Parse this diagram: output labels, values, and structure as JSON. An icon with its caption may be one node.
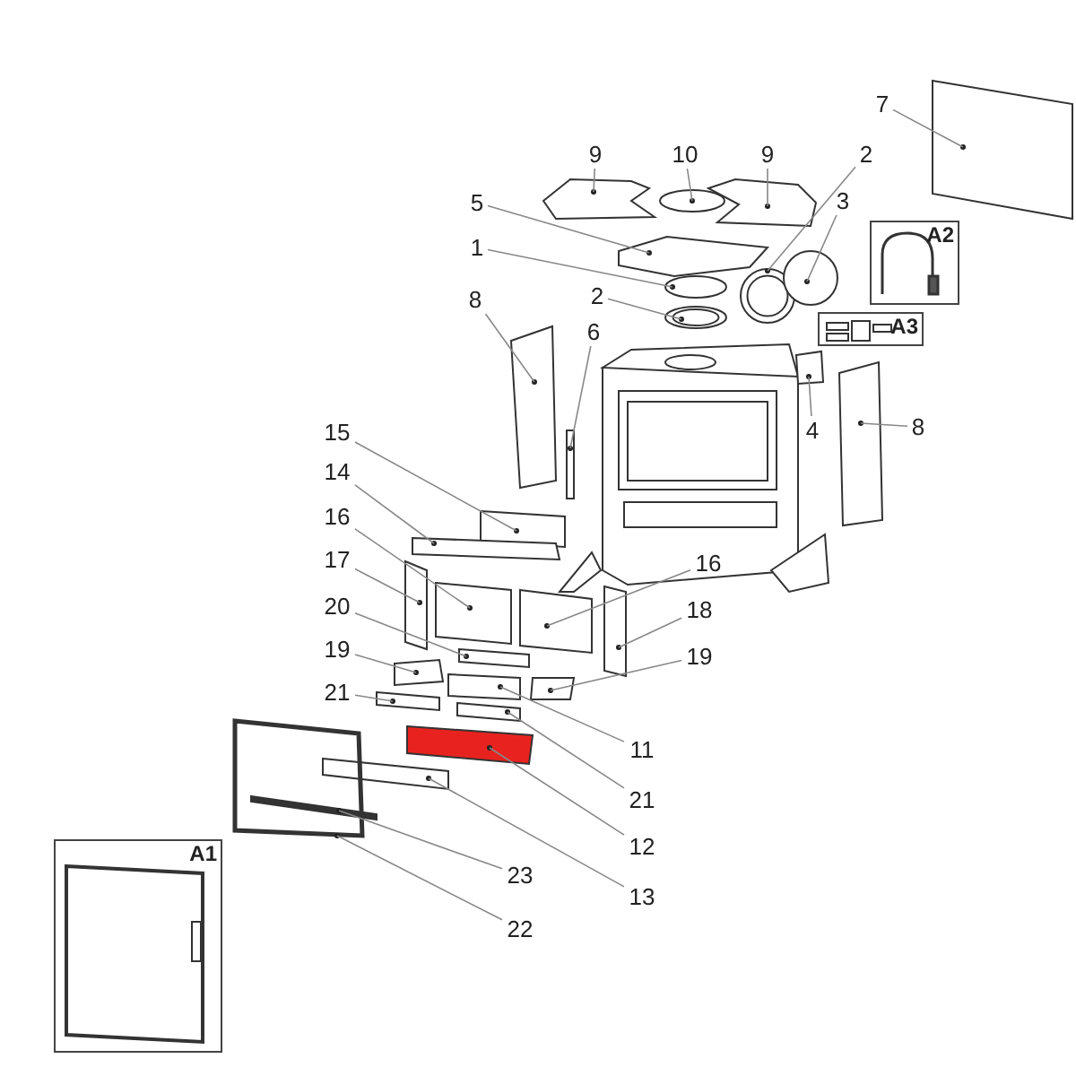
{
  "diagram": {
    "nodes": [
      {
        "text": [
          "9"
        ]
      },
      {
        "text": [
          "10"
        ]
      },
      {
        "text": [
          "9"
        ]
      },
      {
        "text": [
          "2"
        ]
      },
      {
        "text": [
          "7"
        ]
      },
      {
        "text": [
          "5"
        ]
      },
      {
        "text": [
          "1"
        ]
      },
      {
        "text": [
          "3"
        ]
      },
      {
        "text": [
          "2"
        ]
      },
      {
        "text": [
          "8"
        ]
      },
      {
        "text": [
          "6"
        ]
      },
      {
        "text": [
          "4"
        ]
      },
      {
        "text": [
          "8"
        ]
      },
      {
        "text": [
          "15"
        ]
      },
      {
        "text": [
          "14"
        ]
      },
      {
        "text": [
          "16"
        ]
      },
      {
        "text": [
          "16"
        ]
      },
      {
        "text": [
          "17"
        ]
      },
      {
        "text": [
          "18"
        ]
      },
      {
        "text": [
          "20"
        ]
      },
      {
        "text": [
          "19"
        ]
      },
      {
        "text": [
          "19"
        ]
      },
      {
        "text": [
          "21"
        ]
      },
      {
        "text": [
          "11"
        ]
      },
      {
        "text": [
          "21"
        ]
      },
      {
        "text": [
          "12"
        ]
      },
      {
        "text": [
          "13"
        ]
      },
      {
        "text": [
          "23"
        ]
      },
      {
        "text": [
          "22"
        ]
      },
      {
        "text": [],
        "shape": "picture"
      },
      {
        "text": [],
        "shape": "picture"
      },
      {
        "text": [],
        "shape": "picture"
      },
      {
        "text": [],
        "shape": "picture"
      },
      {
        "text": [],
        "shape": "picture"
      },
      {
        "text": [],
        "shape": "picture"
      },
      {
        "text": [],
        "shape": "picture"
      },
      {
        "text": [],
        "shape": "picture"
      },
      {
        "text": [],
        "shape": "picture"
      },
      {
        "text": [],
        "shape": "picture"
      },
      {
        "text": [],
        "shape": "picture"
      },
      {
        "text": [],
        "shape": "picture"
      },
      {
        "text": [],
        "shape": "picture"
      },
      {
        "text": [],
        "shape": "picture"
      },
      {
        "text": [],
        "shape": "picture"
      },
      {
        "text": [],
        "shape": "picture"
      },
      {
        "text": [],
        "shape": "picture"
      },
      {
        "text": [],
        "shape": "picture"
      },
      {
        "text": [],
        "shape": "picture"
      },
      {
        "text": [],
        "shape": "picture"
      },
      {
        "text": [],
        "shape": "picture"
      },
      {
        "text": [],
        "shape": "picture"
      },
      {
        "text": [],
        "shape": "picture"
      },
      {
        "text": [],
        "shape": "picture"
      },
      {
        "text": [],
        "shape": "picture"
      },
      {
        "text": [],
        "shape": "picture"
      },
      {
        "text": [],
        "shape": "picture"
      },
      {
        "text": [],
        "shape": "picture"
      },
      {
        "text": [],
        "shape": "picture"
      },
      {
        "text": [
          "A1"
        ]
      },
      {
        "text": [
          "A2"
        ]
      },
      {
        "text": [
          "A3"
        ]
      }
    ],
    "edges": [
      {
        "from": 0,
        "to": 29,
        "arrow": "none"
      },
      {
        "from": 1,
        "to": 30,
        "arrow": "none"
      },
      {
        "from": 2,
        "to": 31,
        "arrow": "none"
      },
      {
        "from": 3,
        "to": 32,
        "arrow": "none"
      },
      {
        "from": 4,
        "to": 33,
        "arrow": "none"
      },
      {
        "from": 5,
        "to": 34,
        "arrow": "none"
      },
      {
        "from": 6,
        "to": 35,
        "arrow": "none"
      },
      {
        "from": 7,
        "to": 36,
        "arrow": "none"
      },
      {
        "from": 8,
        "to": 37,
        "arrow": "none"
      },
      {
        "from": 9,
        "to": 38,
        "arrow": "none"
      },
      {
        "from": 10,
        "to": 39,
        "arrow": "none"
      },
      {
        "from": 11,
        "to": 40,
        "arrow": "none"
      },
      {
        "from": 12,
        "to": 41,
        "arrow": "none"
      },
      {
        "from": 13,
        "to": 42,
        "arrow": "none"
      },
      {
        "from": 14,
        "to": 43,
        "arrow": "none"
      },
      {
        "from": 15,
        "to": 44,
        "arrow": "none"
      },
      {
        "from": 16,
        "to": 45,
        "arrow": "none"
      },
      {
        "from": 17,
        "to": 46,
        "arrow": "none"
      },
      {
        "from": 18,
        "to": 47,
        "arrow": "none"
      },
      {
        "from": 19,
        "to": 48,
        "arrow": "none"
      },
      {
        "from": 20,
        "to": 49,
        "arrow": "none"
      },
      {
        "from": 21,
        "to": 50,
        "arrow": "none"
      },
      {
        "from": 22,
        "to": 51,
        "arrow": "none"
      },
      {
        "from": 23,
        "to": 52,
        "arrow": "none"
      },
      {
        "from": 24,
        "to": 53,
        "arrow": "none"
      },
      {
        "from": 25,
        "to": 54,
        "arrow": "none"
      },
      {
        "from": 26,
        "to": 55,
        "arrow": "none"
      },
      {
        "from": 27,
        "to": 56,
        "arrow": "none"
      },
      {
        "from": 28,
        "to": 57,
        "arrow": "none"
      }
    ]
  }
}
